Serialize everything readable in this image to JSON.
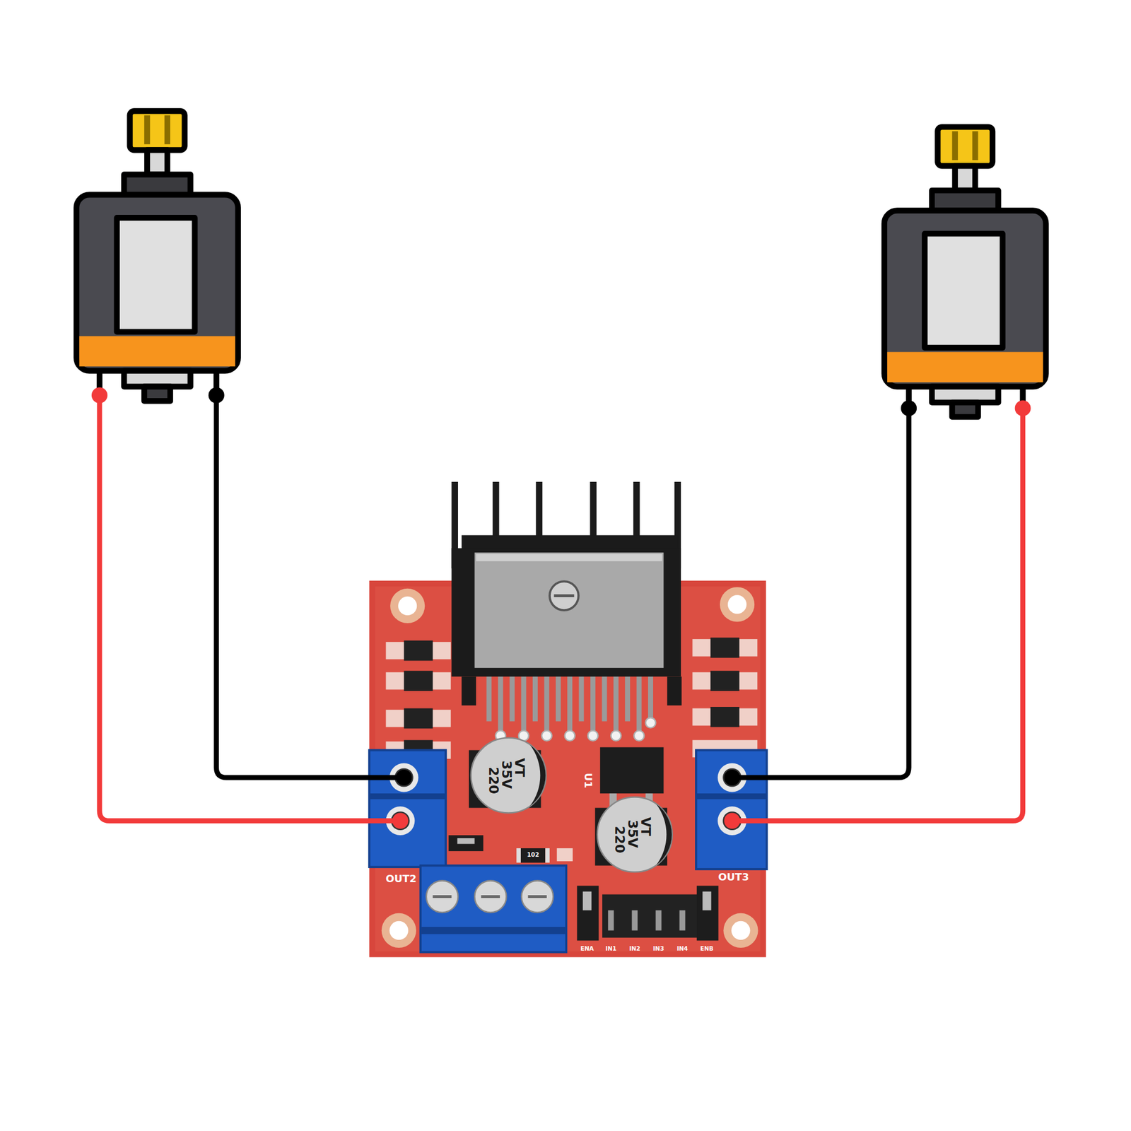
{
  "diagram": {
    "labels": [
      "220",
      "35V",
      "VT",
      "220",
      "35V",
      "VT",
      "U1",
      "102",
      "OUT2",
      "OUT3",
      "ENA",
      "IN1",
      "IN2",
      "IN3",
      "IN4",
      "ENB"
    ]
  }
}
